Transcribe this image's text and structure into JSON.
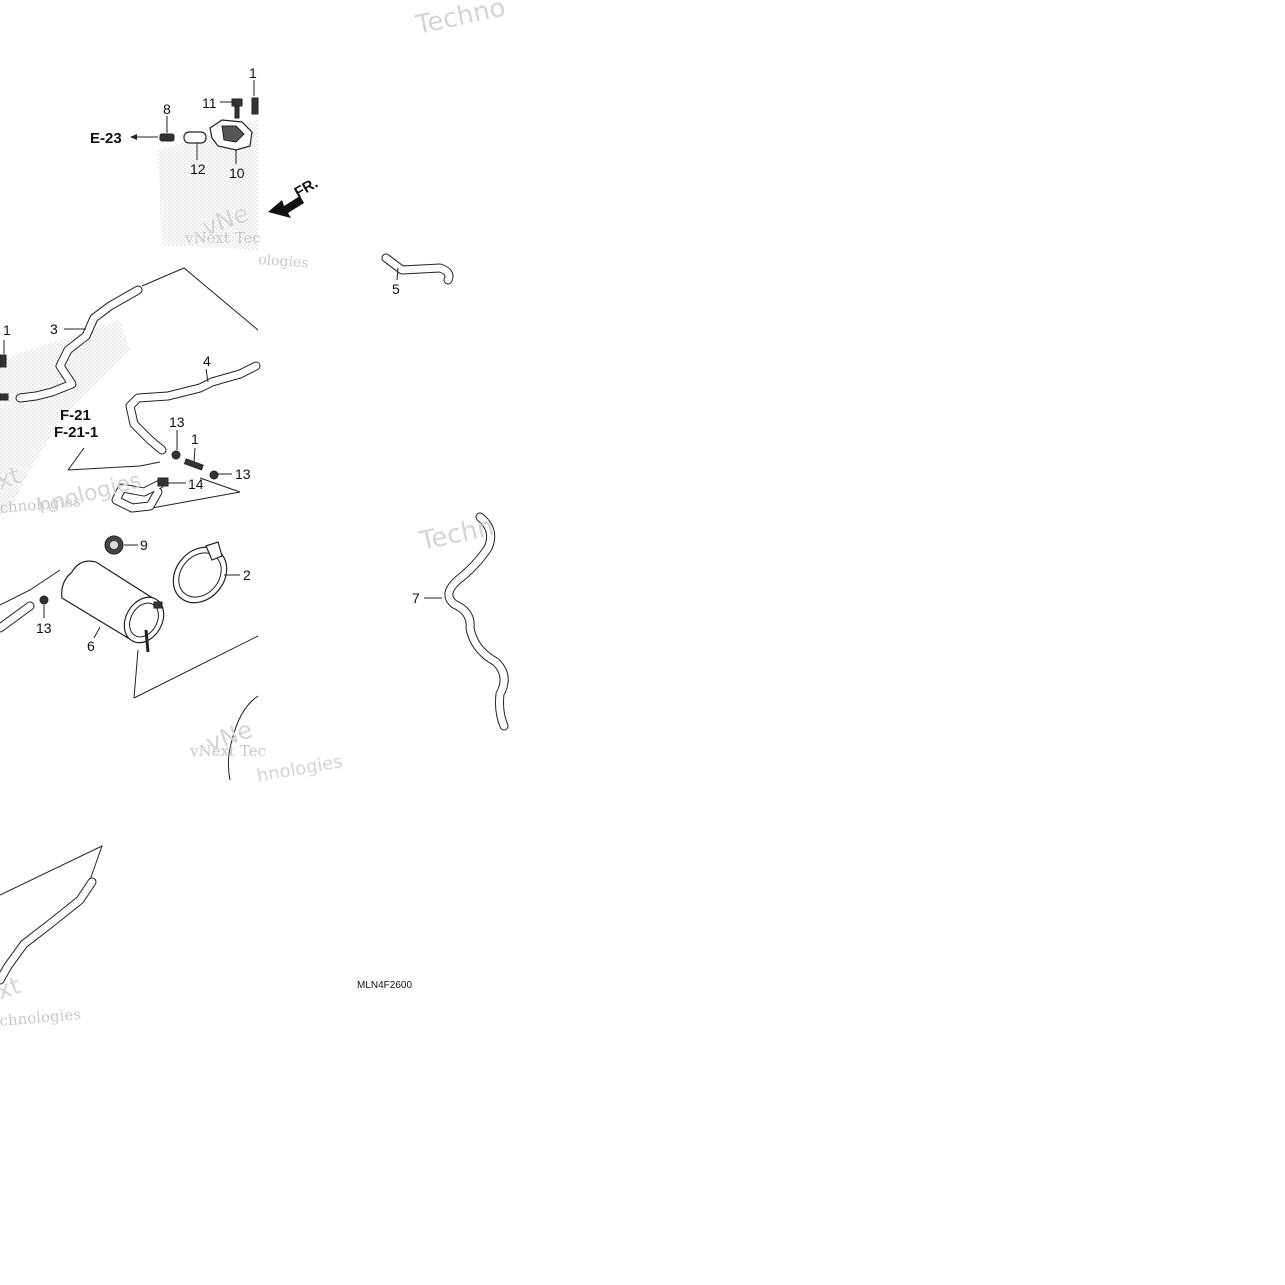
{
  "diagram": {
    "code": "MLN4F2600",
    "refs": {
      "e23": "E-23",
      "f21": "F-21",
      "f21_1": "F-21-1"
    },
    "front_marker": "FR.",
    "callouts": {
      "c1_top": "1",
      "c8": "8",
      "c11": "11",
      "c12": "12",
      "c10": "10",
      "c5": "5",
      "c1_left": "1",
      "c3": "3",
      "c4": "4",
      "c13_a": "13",
      "c1_mid": "1",
      "c13_b": "13",
      "c14": "14",
      "c9": "9",
      "c2": "2",
      "c13_c": "13",
      "c6": "6",
      "c7": "7"
    },
    "watermarks": {
      "w1": "Techno",
      "w2": "vNext Tec",
      "w3": "hnologies",
      "w4": "vNe",
      "w5": "xt",
      "w6": "chnologies",
      "w7": "Techn",
      "w8": "vNext Tec",
      "w9": "hnologies",
      "w10": "vNe",
      "w11": "xt",
      "w12": "chnologies",
      "w13": "ologies"
    }
  }
}
